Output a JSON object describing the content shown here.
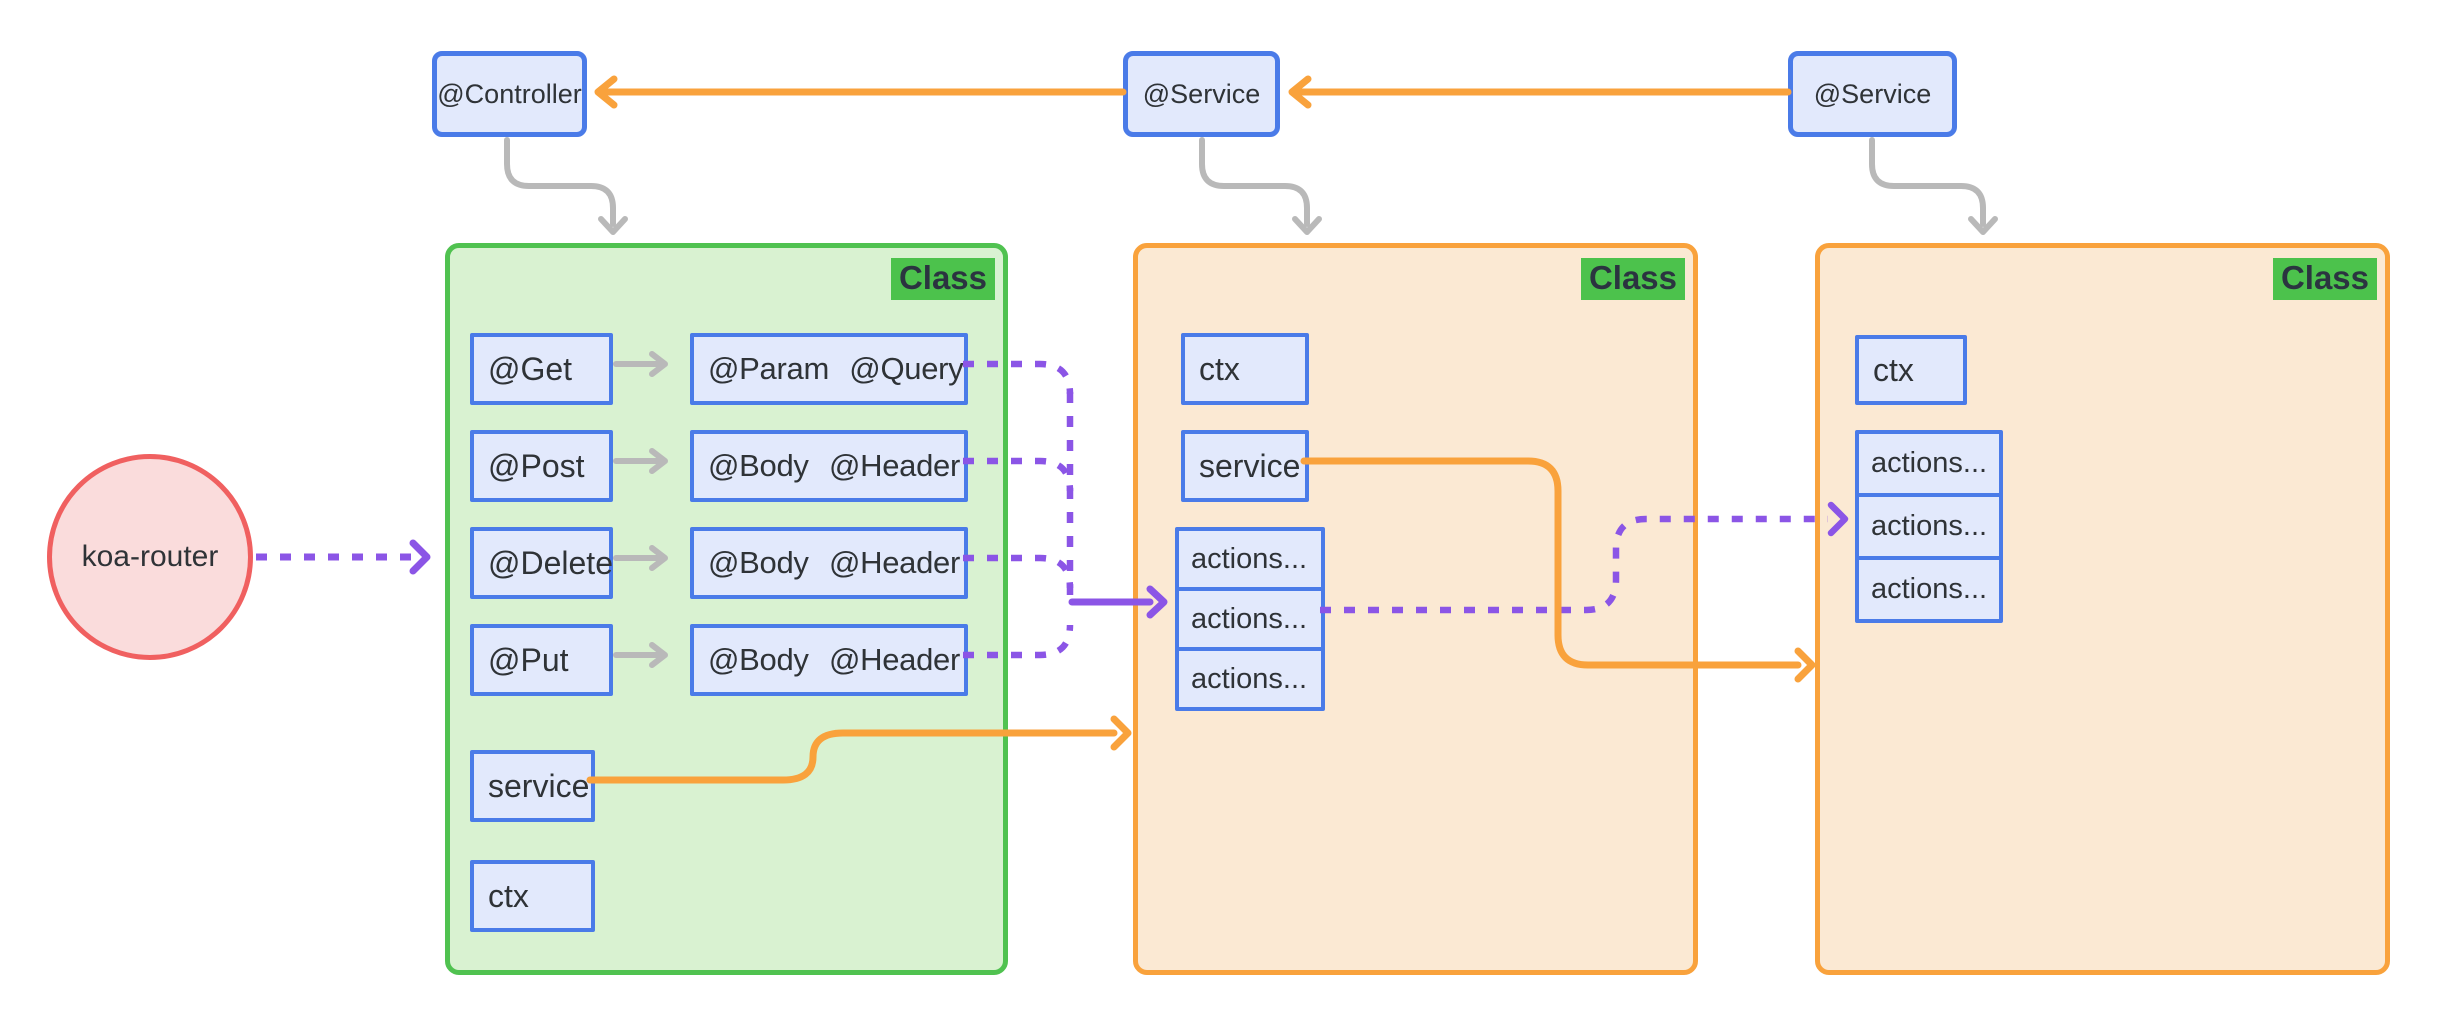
{
  "diagram": {
    "colors": {
      "node_border_blue": "#4a7be8",
      "node_fill_blue": "#e2e9fc",
      "class_green_border": "#50c250",
      "class_green_fill": "#d9f2d1",
      "class_badge_green": "#4cc24c",
      "class_orange_border": "#f9a23c",
      "class_orange_fill": "#fbe9d3",
      "router_border_red": "#f06060",
      "router_fill_pink": "#fadcdc",
      "arrow_gray": "#b9b9b9",
      "arrow_orange": "#f9a23c",
      "arrow_purple": "#8b55e6",
      "text": "#2f3337"
    },
    "koa_router": {
      "label": "koa-router"
    },
    "top_nodes": [
      {
        "label": "@Controller"
      },
      {
        "label": "@Service"
      },
      {
        "label": "@Service"
      }
    ],
    "controller_class": {
      "badge": "Class",
      "rows": [
        {
          "left": "@Get",
          "right": "@Param @Query"
        },
        {
          "left": "@Post",
          "right": "@Body @Header"
        },
        {
          "left": "@Delete",
          "right": "@Body @Header"
        },
        {
          "left": "@Put",
          "right": "@Body @Header"
        }
      ],
      "service_label": "service",
      "ctx_label": "ctx"
    },
    "service_class_1": {
      "badge": "Class",
      "ctx_label": "ctx",
      "service_label": "service",
      "actions": [
        "actions...",
        "actions...",
        "actions..."
      ]
    },
    "service_class_2": {
      "badge": "Class",
      "ctx_label": "ctx",
      "actions": [
        "actions...",
        "actions...",
        "actions..."
      ]
    }
  }
}
